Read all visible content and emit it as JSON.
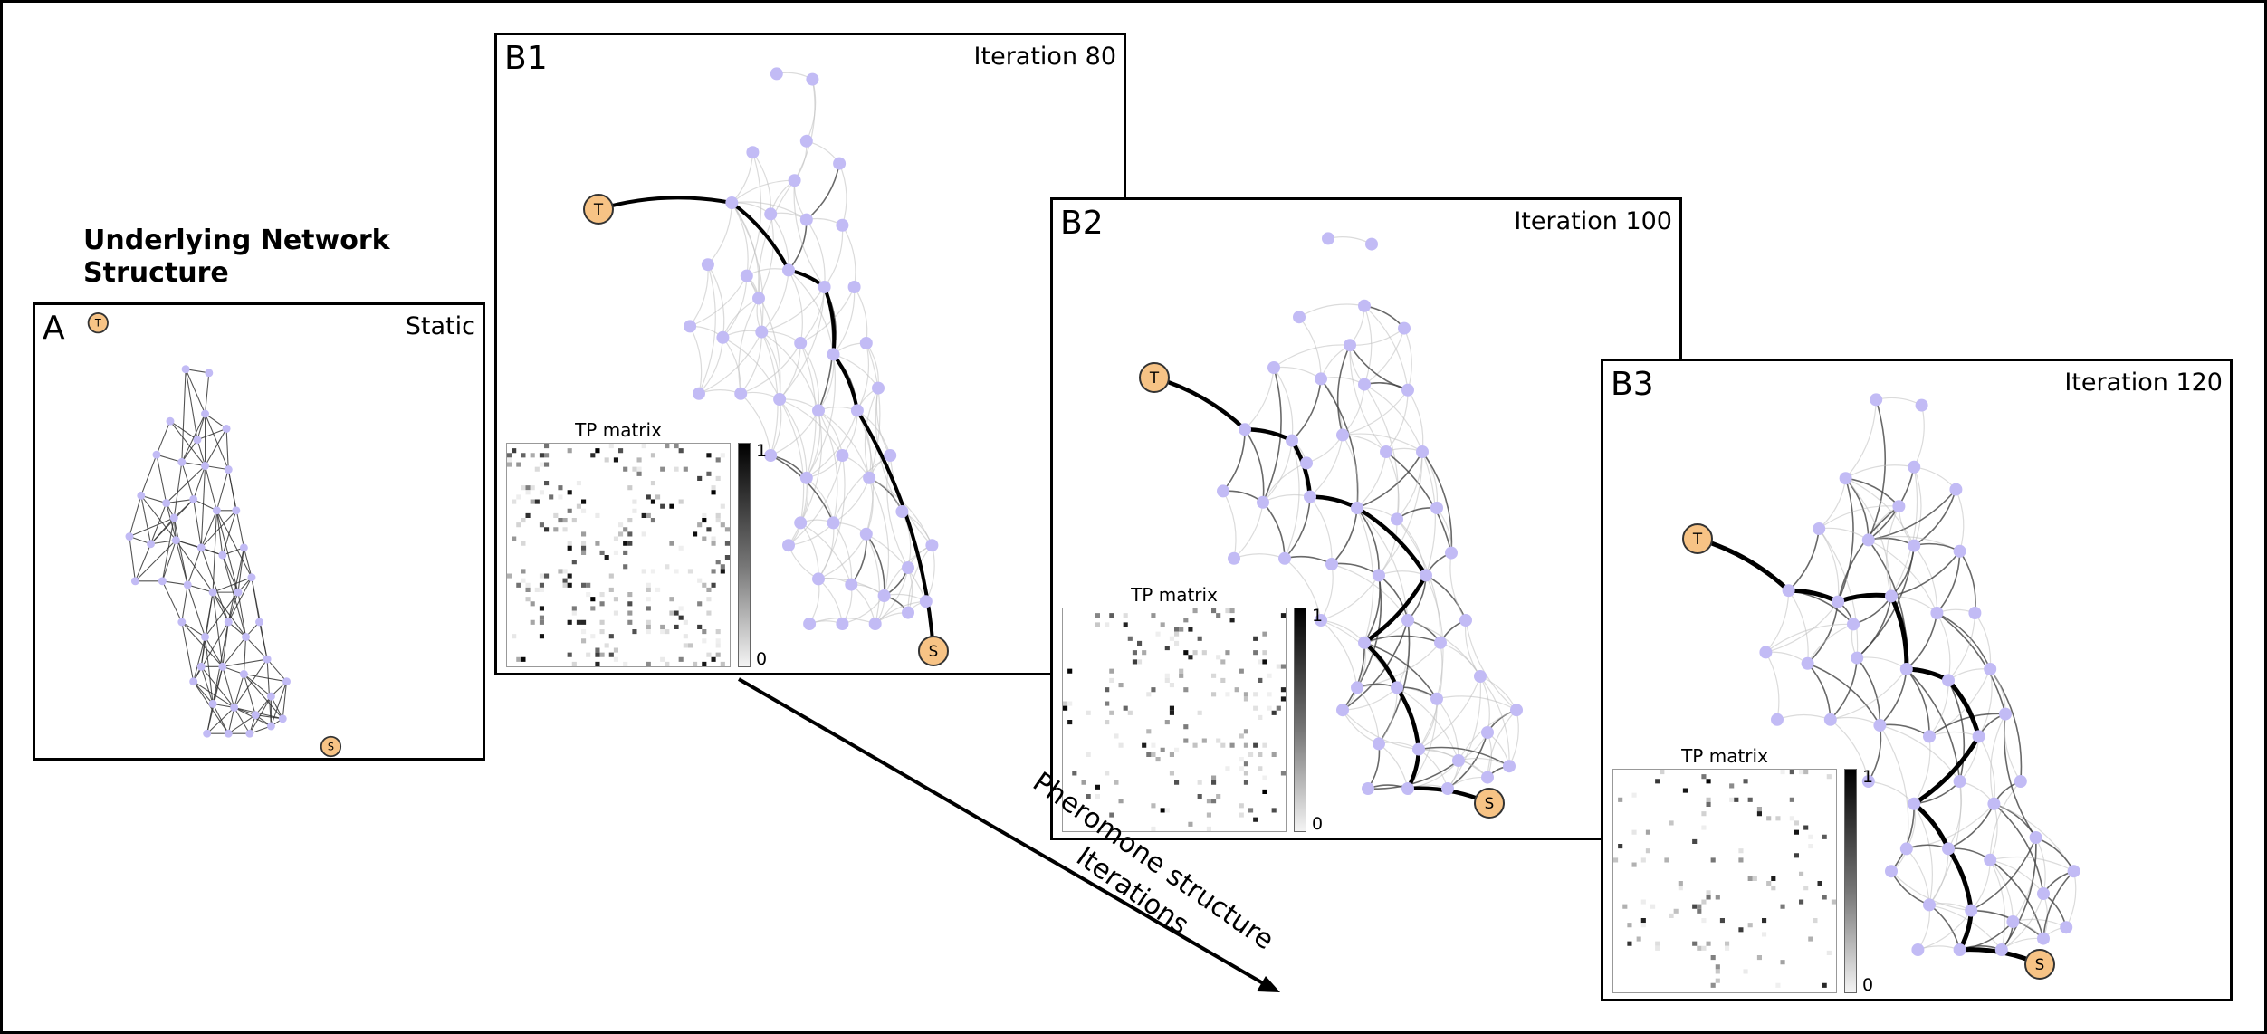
{
  "heading": "Underlying Network Structure",
  "caption": {
    "line1": "Pheromone structure",
    "line2": "Iterations"
  },
  "colors": {
    "node": "#c2bbf5",
    "terminal_fill": "#f7c385",
    "terminal_stroke": "#333333",
    "edge": "#000000"
  },
  "panels": [
    {
      "id": "A",
      "label": "A",
      "tag": "Static",
      "start_label": "T",
      "end_label": "S"
    },
    {
      "id": "B1",
      "label": "B1",
      "tag": "Iteration 80",
      "start_label": "T",
      "end_label": "S",
      "matrix": {
        "title": "TP matrix",
        "max_label": "1",
        "min_label": "0"
      }
    },
    {
      "id": "B2",
      "label": "B2",
      "tag": "Iteration 100",
      "start_label": "T",
      "end_label": "S",
      "matrix": {
        "title": "TP matrix",
        "max_label": "1",
        "min_label": "0"
      }
    },
    {
      "id": "B3",
      "label": "B3",
      "tag": "Iteration 120",
      "start_label": "T",
      "end_label": "S",
      "matrix": {
        "title": "TP matrix",
        "max_label": "1",
        "min_label": "0"
      }
    }
  ]
}
